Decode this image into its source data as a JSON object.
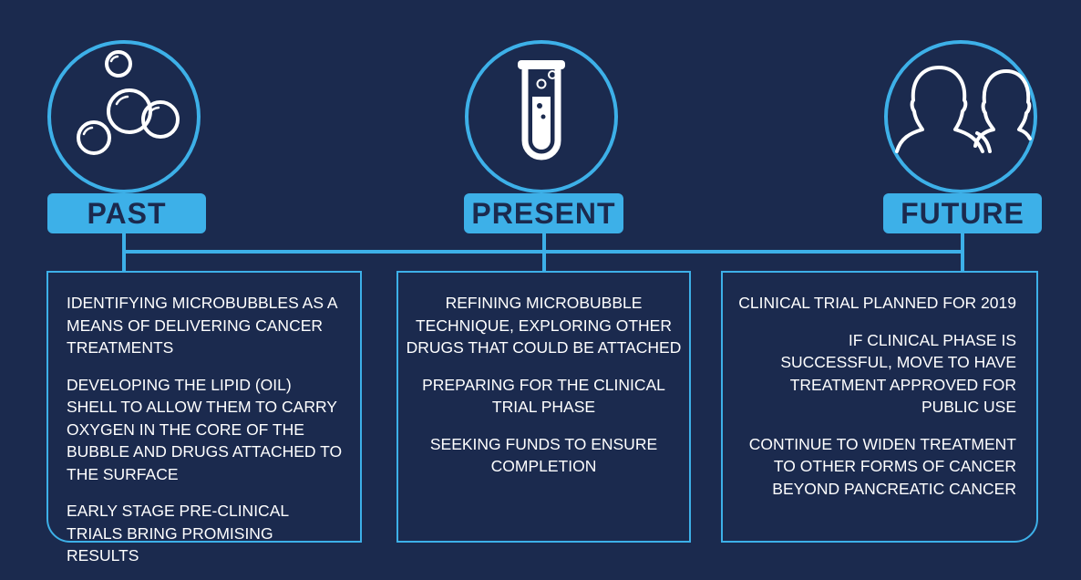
{
  "colors": {
    "background": "#1b2a4e",
    "accent": "#3db0e8",
    "text": "#ffffff"
  },
  "stages": [
    {
      "label": "PAST",
      "icon": "bubbles-icon",
      "items": [
        "IDENTIFYING MICROBUBBLES AS A MEANS OF DELIVERING CANCER TREATMENTS",
        "DEVELOPING THE LIPID (OIL) SHELL TO ALLOW THEM TO CARRY OXYGEN IN THE CORE OF THE BUBBLE AND DRUGS ATTACHED TO THE SURFACE",
        "EARLY STAGE PRE-CLINICAL TRIALS BRING PROMISING RESULTS"
      ]
    },
    {
      "label": "PRESENT",
      "icon": "test-tube-icon",
      "items": [
        "REFINING MICROBUBBLE TECHNIQUE, EXPLORING OTHER DRUGS THAT COULD BE ATTACHED",
        "PREPARING FOR THE CLINICAL TRIAL PHASE",
        "SEEKING FUNDS TO ENSURE COMPLETION"
      ]
    },
    {
      "label": "FUTURE",
      "icon": "people-icon",
      "items": [
        "CLINICAL TRIAL PLANNED FOR 2019",
        "IF CLINICAL PHASE IS SUCCESSFUL, MOVE TO HAVE TREATMENT APPROVED FOR PUBLIC USE",
        "CONTINUE TO WIDEN TREATMENT TO OTHER FORMS OF CANCER BEYOND PANCREATIC CANCER"
      ]
    }
  ]
}
